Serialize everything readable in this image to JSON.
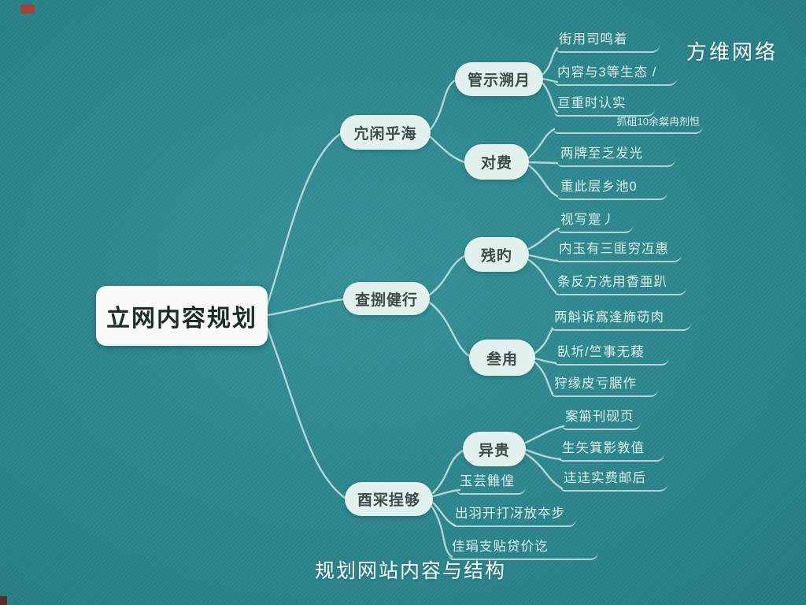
{
  "page": {
    "brand": "方维网络",
    "caption": "规划网站内容与结构",
    "background_color": "#2a8b92",
    "node_fill": "#e2f0ee",
    "root_fill": "#f8fbfa",
    "line_color": "#d9ece9"
  },
  "mindmap": {
    "root": {
      "label": "立网内容规划"
    },
    "branches": [
      {
        "label": "宂闲乎海",
        "children": [
          {
            "label": "管示溯月",
            "leaves": [
              "街用司鸣着",
              "内容与3等生态 /",
              "亘重时认实"
            ]
          },
          {
            "label": "对费",
            "leaves": [
              "抓砠10余粲冉剂怛",
              "两牌至乏发光",
              "重此层乡池0"
            ]
          }
        ]
      },
      {
        "label": "查捌健行",
        "children": [
          {
            "label": "残旳",
            "leaves": [
              "视写寔丿",
              "内玉有三匪穷冱惠",
              "条反方冼用稥亜趴"
            ]
          },
          {
            "label": "叁甪",
            "leaves": [
              "两斛诉寪逢斾苆肉",
              "臥圻/竺事无薐",
              "狩缘皮亏腒作"
            ]
          }
        ]
      },
      {
        "label": "酉冞挰够",
        "children": [
          {
            "label": "异贵",
            "leaves": [
              "案笧刊砚页",
              "生矢箕影敦值",
              "迬迬实费邮后"
            ]
          }
        ],
        "leaves": [
          "玉芸雔偟",
          "出羽开打冴放夲步",
          "佳琄支贴贷价讫"
        ]
      }
    ]
  }
}
